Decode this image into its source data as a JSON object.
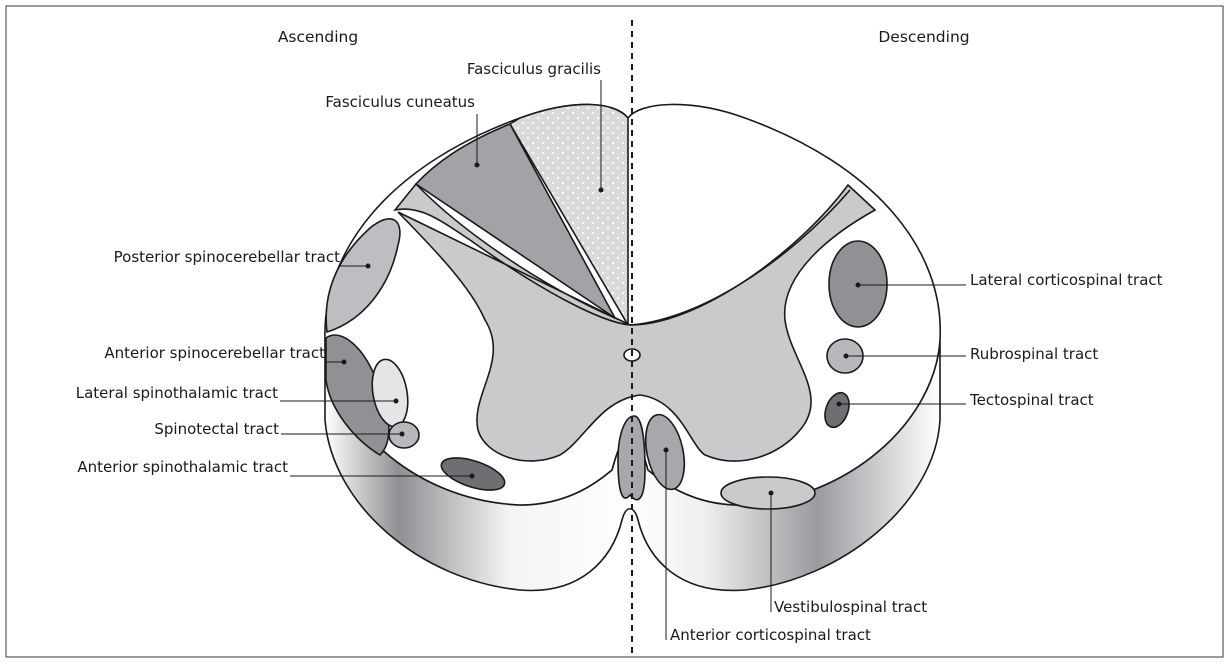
{
  "headers": {
    "left": "Ascending",
    "right": "Descending"
  },
  "ascending_tracts": {
    "fasciculus_gracilis": "Fasciculus gracilis",
    "fasciculus_cuneatus": "Fasciculus cuneatus",
    "posterior_spinocerebellar": "Posterior spinocerebellar tract",
    "anterior_spinocerebellar": "Anterior spinocerebellar tract",
    "lateral_spinothalamic": "Lateral spinothalamic tract",
    "spinotectal": "Spinotectal tract",
    "anterior_spinothalamic": "Anterior spinothalamic tract"
  },
  "descending_tracts": {
    "lateral_corticospinal": "Lateral corticospinal tract",
    "rubrospinal": "Rubrospinal tract",
    "tectospinal": "Tectospinal tract",
    "vestibulospinal": "Vestibulospinal tract",
    "anterior_corticospinal": "Anterior corticospinal tract"
  },
  "colors": {
    "grey_matter": "#c9cacc",
    "cuneatus": "#a2a3a6",
    "gracilis_dotted": "#e0e1e3",
    "posterior_spinocerebellar": "#bdbec1",
    "anterior_spinocerebellar": "#909194",
    "lateral_spinothalamic": "#e4e5e7",
    "dark_tract": "#6e6f72",
    "medium_tract": "#b7b8bb"
  }
}
